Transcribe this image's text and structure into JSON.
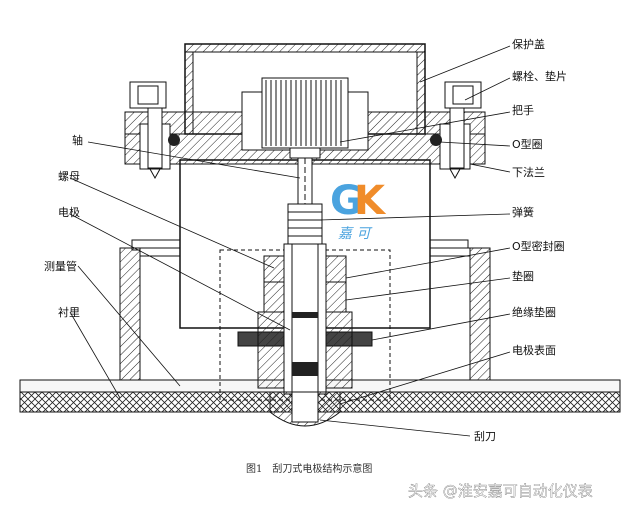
{
  "labels": {
    "protective_cover": "保护盖",
    "bolt_washer": "螺栓、垫片",
    "handle": "把手",
    "o_ring": "O型圈",
    "lower_flange": "下法兰",
    "spring": "弹簧",
    "o_ring_seal": "O型密封圈",
    "washer": "垫圈",
    "insulating_washer": "绝缘垫圈",
    "electrode_surface": "电极表面",
    "scraper": "刮刀",
    "shaft": "轴",
    "nut": "螺母",
    "electrode": "电极",
    "measuring_tube": "测量管",
    "lining": "衬里"
  },
  "caption": "图1　刮刀式电极结构示意图",
  "logo": {
    "text": "GK",
    "subtext": "嘉 可",
    "color_g": "#4aa3df",
    "color_k": "#f08c2a"
  },
  "watermark": "头条 @淮安嘉可自动化仪表"
}
